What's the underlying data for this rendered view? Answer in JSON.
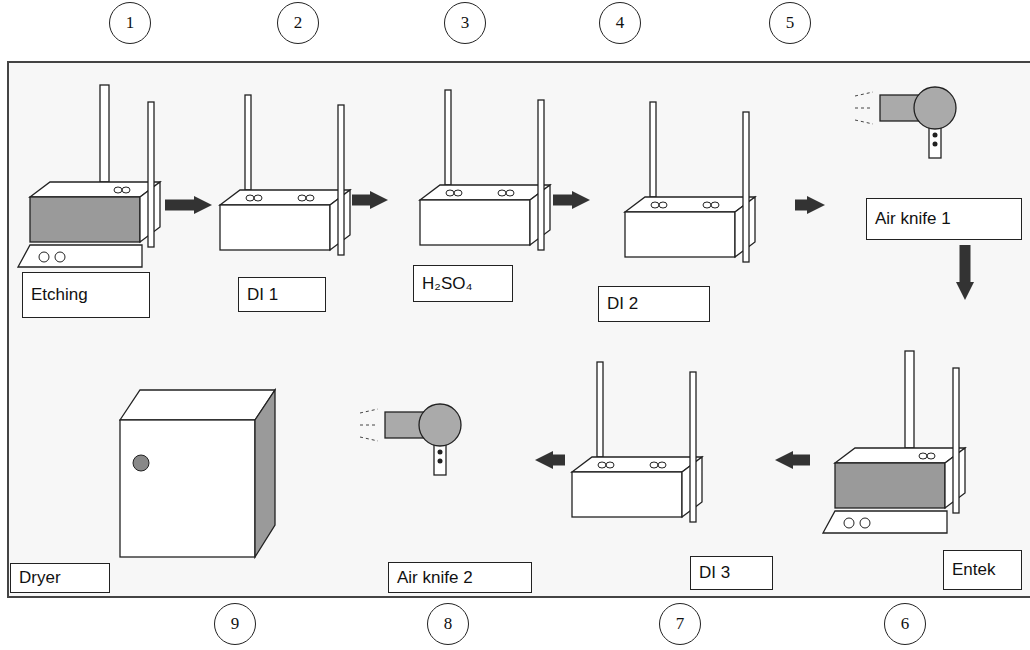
{
  "diagram": {
    "nodes": [
      {
        "text": [
          "1"
        ]
      },
      {
        "text": [
          "2"
        ]
      },
      {
        "text": [
          "3"
        ]
      },
      {
        "text": [
          "4"
        ]
      },
      {
        "text": [
          "5"
        ]
      },
      {
        "text": [
          "6"
        ]
      },
      {
        "text": [
          "7"
        ]
      },
      {
        "text": [
          "8"
        ]
      },
      {
        "text": [
          "9"
        ]
      },
      {
        "text": [
          "Etching"
        ]
      },
      {
        "text": [
          "DI 1"
        ]
      },
      {
        "text": [
          "H₂SO₄"
        ]
      },
      {
        "text": [
          "DI 2"
        ]
      },
      {
        "text": [
          "Air knife 1"
        ]
      },
      {
        "text": [
          "Entek"
        ]
      },
      {
        "text": [
          "DI 3"
        ]
      },
      {
        "text": [
          "Air knife 2"
        ]
      },
      {
        "text": [
          "Dryer"
        ]
      }
    ],
    "edges": [
      {
        "from": 9,
        "to": 10,
        "arrow": "to"
      },
      {
        "from": 10,
        "to": 11,
        "arrow": "to"
      },
      {
        "from": 11,
        "to": 12,
        "arrow": "to"
      },
      {
        "from": 12,
        "to": 13,
        "arrow": "to"
      },
      {
        "from": 13,
        "to": 14,
        "arrow": "to"
      },
      {
        "from": 14,
        "to": 15,
        "arrow": "to"
      },
      {
        "from": 15,
        "to": 16,
        "arrow": "to"
      }
    ]
  }
}
